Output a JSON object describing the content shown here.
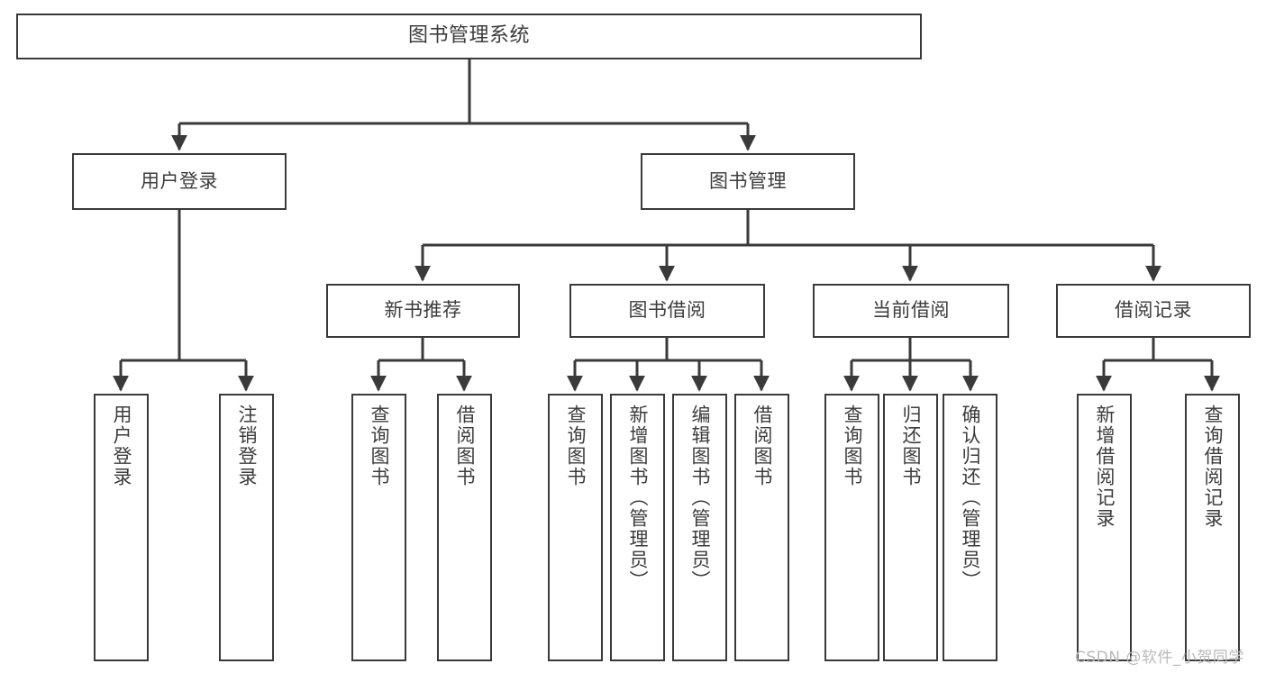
{
  "diagram": {
    "type": "tree-hierarchy",
    "title": "图书管理系统",
    "stroke_color": "#3a3a3a",
    "text_color": "#3c3c3c",
    "background_color": "#ffffff",
    "levels": 4
  },
  "nodes": {
    "root": {
      "label": "图书管理系统"
    },
    "level2": [
      {
        "label": "用户登录"
      },
      {
        "label": "图书管理"
      }
    ],
    "level3": [
      {
        "label": "新书推荐"
      },
      {
        "label": "图书借阅"
      },
      {
        "label": "当前借阅"
      },
      {
        "label": "借阅记录"
      }
    ],
    "leaves_user_login": [
      {
        "label": "用户登录"
      },
      {
        "label": "注销登录"
      }
    ],
    "leaves_new_book": [
      {
        "label": "查询图书"
      },
      {
        "label": "借阅图书"
      }
    ],
    "leaves_borrow": [
      {
        "label": "查询图书"
      },
      {
        "label": "新增图书（管理员）"
      },
      {
        "label": "编辑图书（管理员）"
      },
      {
        "label": "借阅图书"
      }
    ],
    "leaves_current": [
      {
        "label": "查询图书"
      },
      {
        "label": "归还图书"
      },
      {
        "label": "确认归还（管理员）"
      }
    ],
    "leaves_records": [
      {
        "label": "新增借阅记录"
      },
      {
        "label": "查询借阅记录"
      }
    ]
  },
  "watermark": {
    "text": "CSDN @软件_小贺同学"
  }
}
